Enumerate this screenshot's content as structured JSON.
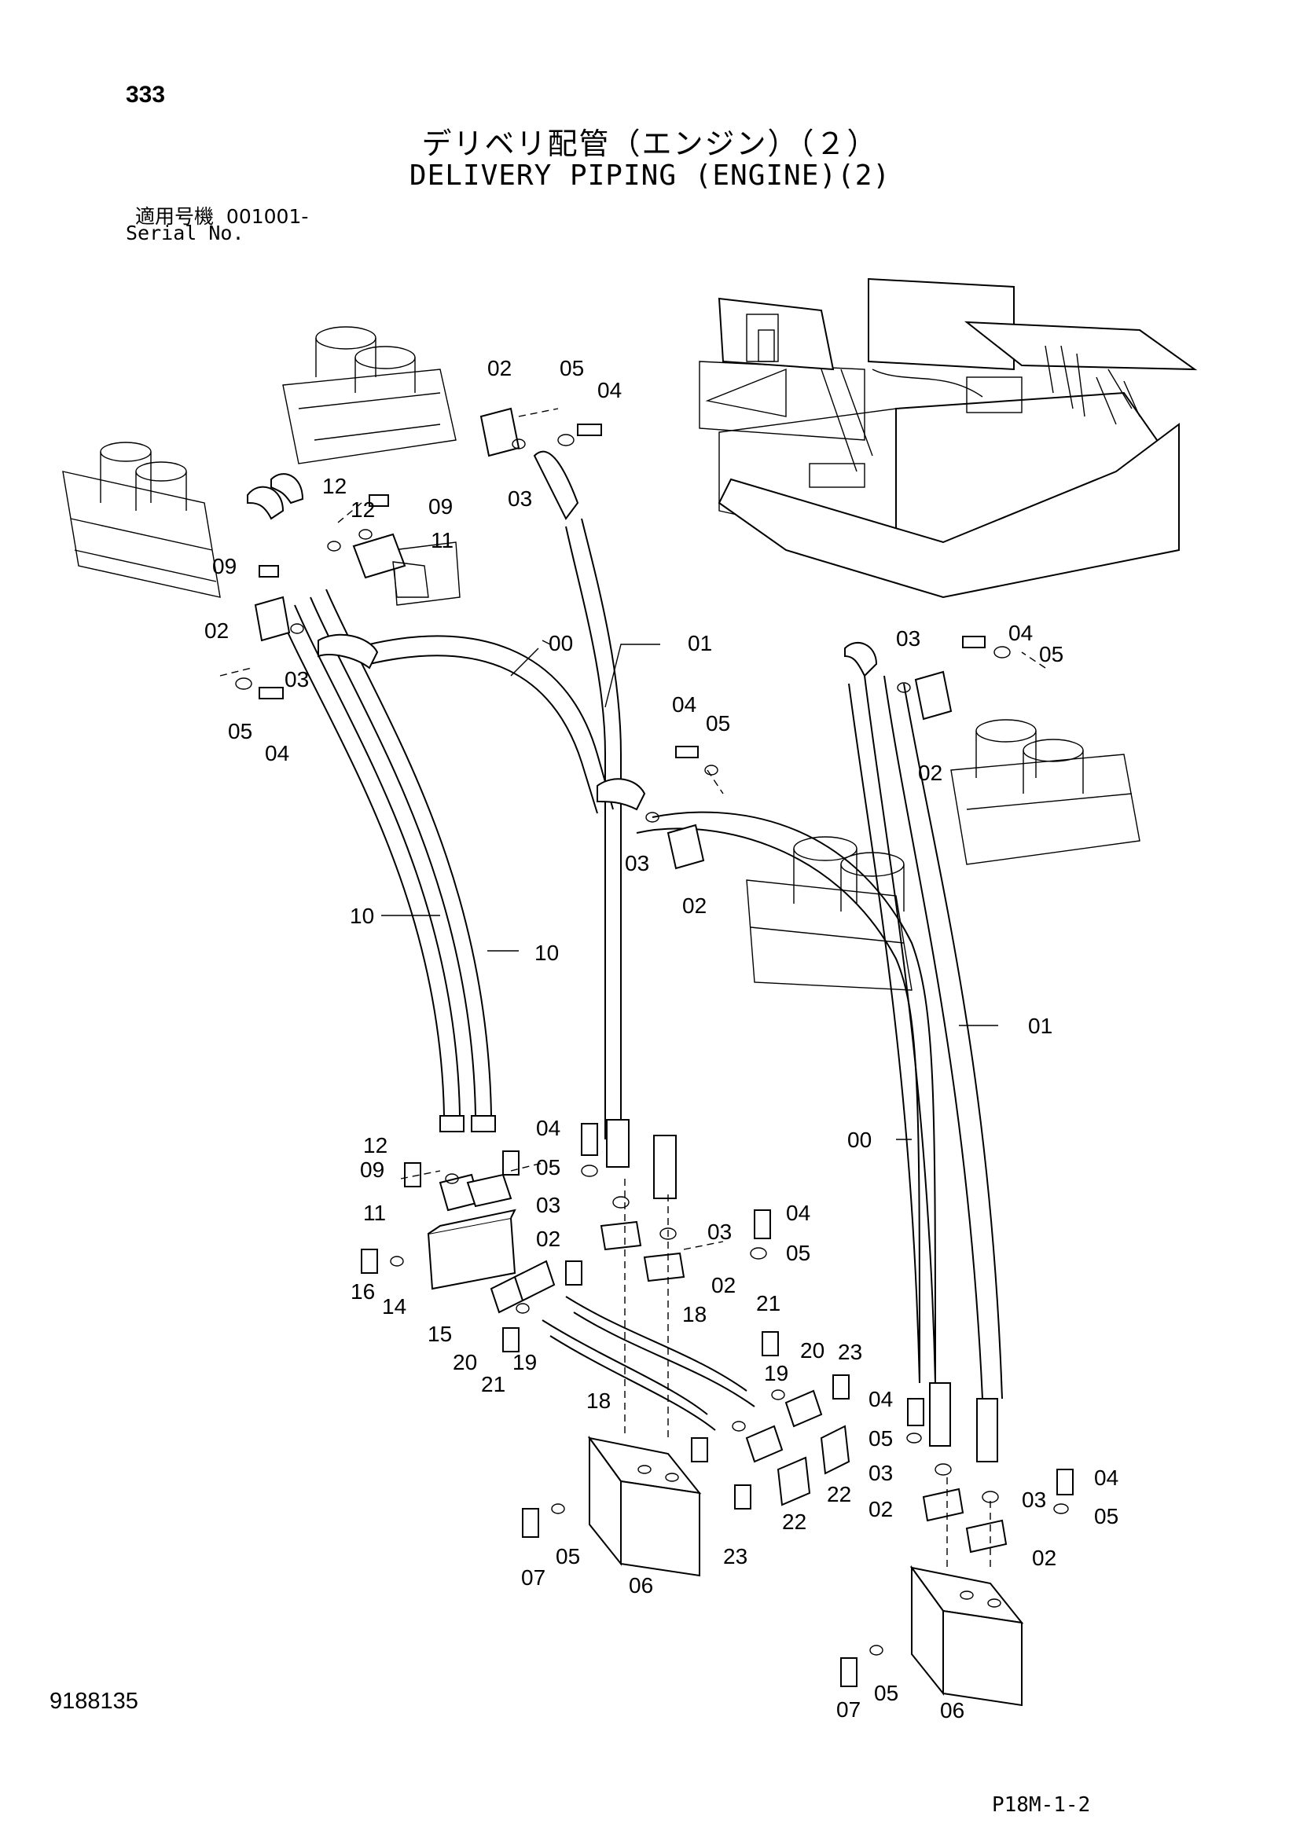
{
  "header": {
    "page_number": "333",
    "title_ja": "デリベリ配管（エンジン）（２）",
    "title_en": "DELIVERY PIPING (ENGINE)(2)",
    "serial_label_ja": "適用号機",
    "serial_value": "001001-",
    "serial_label_en": "Serial No."
  },
  "footer": {
    "document_number": "9188135",
    "figure_code": "P18M-1-2"
  },
  "callouts": [
    "02",
    "05",
    "04",
    "03",
    "12",
    "09",
    "12",
    "11",
    "09",
    "02",
    "03",
    "05",
    "04",
    "00",
    "01",
    "04",
    "05",
    "03",
    "04",
    "05",
    "02",
    "03",
    "02",
    "10",
    "10",
    "01",
    "00",
    "04",
    "05",
    "03",
    "02",
    "12",
    "09",
    "11",
    "16",
    "14",
    "15",
    "03",
    "04",
    "05",
    "02",
    "18",
    "21",
    "20",
    "19",
    "23",
    "04",
    "05",
    "03",
    "02",
    "20",
    "21",
    "19",
    "18",
    "22",
    "22",
    "07",
    "05",
    "06",
    "23",
    "03",
    "04",
    "05",
    "02",
    "07",
    "05",
    "06"
  ]
}
